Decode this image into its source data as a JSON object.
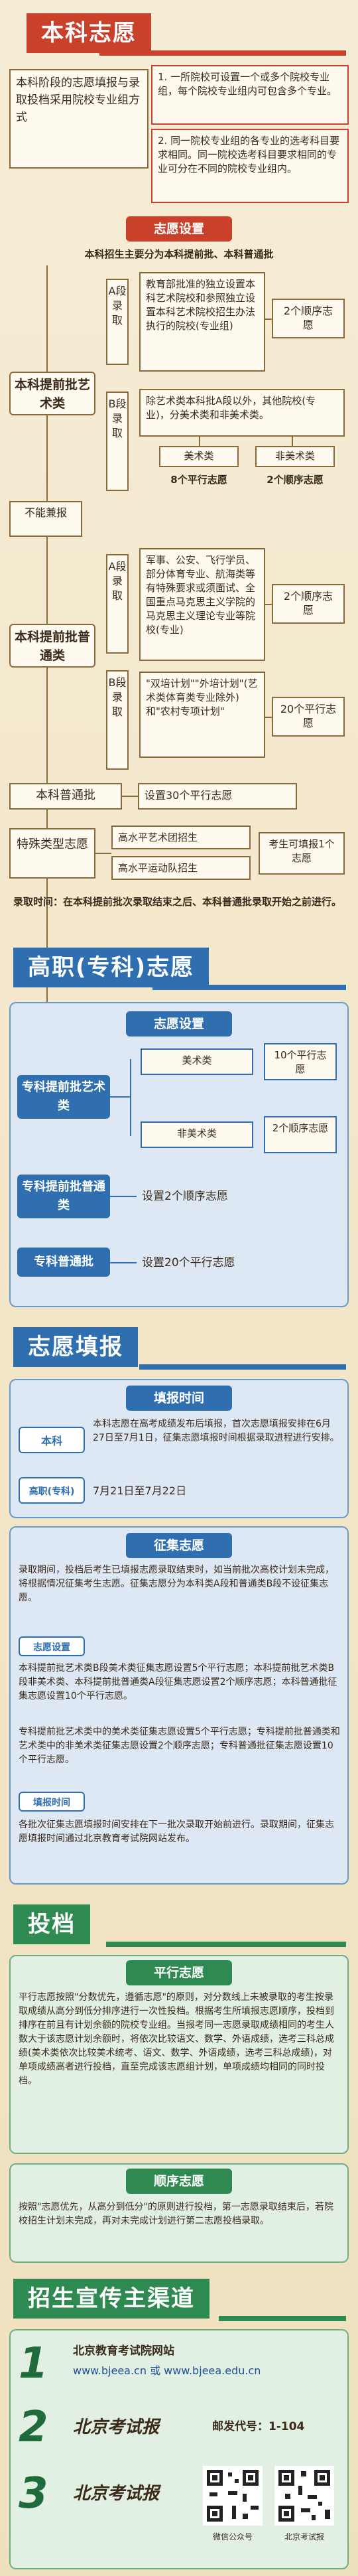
{
  "undergrad": {
    "title": "本科志愿",
    "intro": "本科阶段的志愿填报与录取投档采用院校专业组方式",
    "point1": "1. 一所院校可设置一个或多个院校专业组，每个院校专业组内可包含多个专业。",
    "point2": "2. 同一院校专业组的各专业的选考科目要求相同。同一院校选考科目要求相同的专业可分在不同的院校专业组内。",
    "settings_title": "志愿设置",
    "settings_desc": "本科招生主要分为本科提前批、本科普通批",
    "early_art": "本科提前批艺术类",
    "seg_a": "A段录取",
    "seg_b": "B段录取",
    "art_a_desc": "教育部批准的独立设置本科艺术院校和参照独立设置本科艺术院校招生办法执行的院校(专业组)",
    "art_a_count": "2个顺序志愿",
    "art_b_desc": "除艺术类本科批A段以外，其他院校(专业)，分美术类和非美术类。",
    "art_fine": "美术类",
    "art_non_fine": "非美术类",
    "art_fine_count": "8个平行志愿",
    "art_non_fine_count": "2个顺序志愿",
    "no_report": "不能兼报",
    "early_general": "本科提前批普通类",
    "gen_a_desc": "军事、公安、飞行学员、部分体育专业、航海类等有特殊要求或须面试、全国重点马克思主义学院的马克思主义理论专业等院校(专业)",
    "gen_a_count": "2个顺序志愿",
    "gen_b_desc": "\"双培计划\"\"外培计划\"(艺术类体育类专业除外)和\"农村专项计划\"",
    "gen_b_count": "20个平行志愿",
    "normal_batch": "本科普通批",
    "normal_desc": "设置30个平行志愿",
    "special": "特殊类型志愿",
    "special_item1": "高水平艺术团招生",
    "special_item2": "高水平运动队招生",
    "special_count": "考生可填报1个志愿",
    "note": "录取时间：在本科提前批次录取结束之后、本科普通批录取开始之前进行。"
  },
  "vocational": {
    "title": "高职(专科)志愿",
    "settings_title": "志愿设置",
    "early_art": "专科提前批艺术类",
    "fine": "美术类",
    "non_fine": "非美术类",
    "fine_count": "10个平行志愿",
    "non_fine_count": "2个顺序志愿",
    "early_general": "专科提前批普通类",
    "early_general_desc": "设置2个顺序志愿",
    "normal": "专科普通批",
    "normal_desc": "设置20个平行志愿"
  },
  "fill": {
    "title": "志愿填报",
    "time_title": "填报时间",
    "undergrad_label": "本科",
    "undergrad_time": "本科志愿在高考成绩发布后填报，首次志愿填报安排在6月27日至7月1日，征集志愿填报时间根据录取进程进行安排。",
    "voc_label": "高职(专科)",
    "voc_time": "7月21日至7月22日",
    "collect_title": "征集志愿",
    "collect_p1": "录取期间，投档后考生已填报志愿录取结束时，如当前批次高校计划未完成，将根据情况征集考生志愿。征集志愿分为本科类A段和普通类B段不设征集志愿。",
    "collect_setting": "志愿设置",
    "collect_p2": "本科提前批艺术类B段美术类征集志愿设置5个平行志愿；本科提前批艺术类B段非美术类、本科提前批普通类A段征集志愿设置2个顺序志愿；本科普通批征集志愿设置10个平行志愿。",
    "collect_p3": "专科提前批艺术类中的美术类征集志愿设置5个平行志愿；专科提前批普通类和艺术类中的非美术类征集志愿设置2个顺序志愿；专科普通批征集志愿设置10个平行志愿。",
    "collect_time_label": "填报时间",
    "collect_p4": "各批次征集志愿填报时间安排在下一批次录取开始前进行。录取期间，征集志愿填报时间通过北京教育考试院网站发布。"
  },
  "admit": {
    "title": "投档",
    "parallel_title": "平行志愿",
    "parallel_text": "平行志愿按照\"分数优先，遵循志愿\"的原则，对分数线上未被录取的考生按录取成绩从高分到低分排序进行一次性投档。根据考生所填报志愿顺序，投档到排序在前且有计划余额的院校专业组。当报考同一志愿录取成绩相同的考生人数大于该志愿计划余额时，将依次比较语文、数学、外语成绩，选考三科总成绩(美术类依次比较美术统考、语文、数学、外语成绩，选考三科总成绩)，对单项成绩高者进行投档，直至完成该志愿组计划，单项成绩均相同的同时投档。",
    "sequence_title": "顺序志愿",
    "sequence_text": "按照\"志愿优先，从高分到低分\"的原则进行投档，第一志愿录取结束后，若院校招生计划未完成，再对未完成计划进行第二志愿投档录取。"
  },
  "channels": {
    "title": "招生宣传主渠道",
    "ch1_name": "北京教育考试院网站",
    "ch1_url": "www.bjeea.cn 或 www.bjeea.edu.cn",
    "ch2_name": "北京考试报",
    "ch2_code": "邮发代号：1-104",
    "ch3_name": "北京考试报",
    "qr1_label": "微信公众号",
    "qr2_label": "北京考试报"
  }
}
